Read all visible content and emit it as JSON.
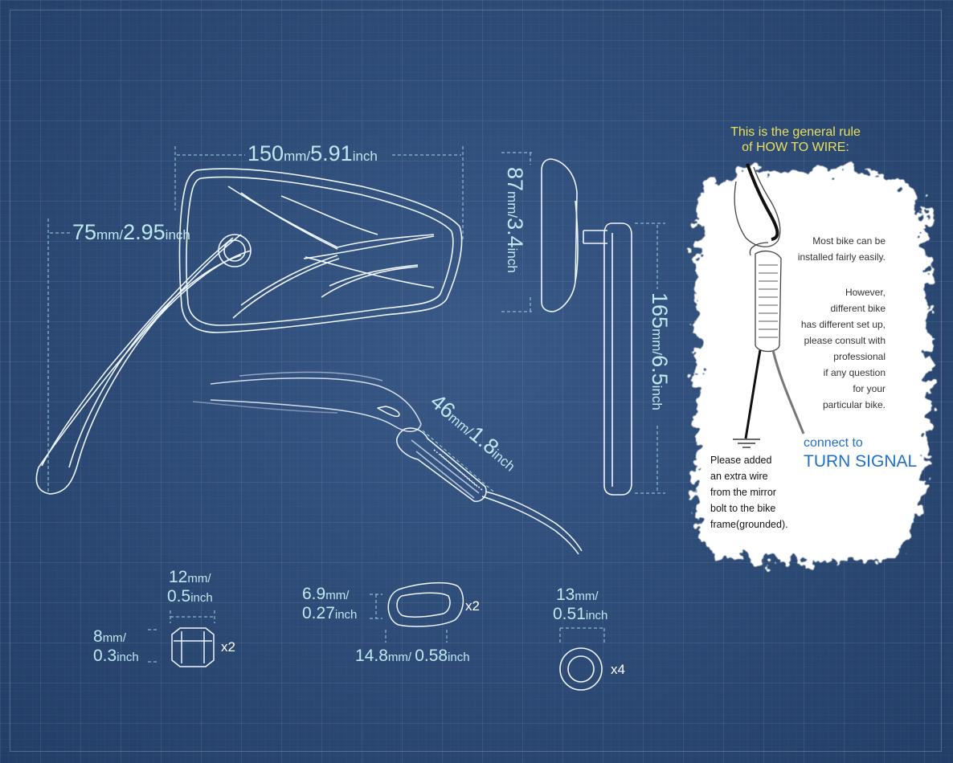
{
  "dimensions": {
    "width": {
      "value": "150",
      "unit1": "mm",
      "sep": "/",
      "value2": "5.91",
      "unit2": "inch"
    },
    "height_left": {
      "value": "75",
      "unit1": "mm",
      "sep": "/",
      "value2": "2.95",
      "unit2": "inch"
    },
    "depth": {
      "value": "87",
      "unit1": "mm",
      "sep": "/",
      "value2": "3.4",
      "unit2": "inch"
    },
    "side_height": {
      "value": "165",
      "unit1": "mm",
      "sep": "/",
      "value2": "6.5",
      "unit2": "inch"
    },
    "bolt": {
      "value": "46",
      "unit1": "mm",
      "sep": "/",
      "value2": "1.8",
      "unit2": "inch"
    }
  },
  "parts": {
    "nut": {
      "top": {
        "value": "12",
        "unit1": "mm",
        "sep": "/",
        "value2": "0.5",
        "unit2": "inch"
      },
      "side": {
        "value": "8",
        "unit1": "mm",
        "sep": "/",
        "value2": "0.3",
        "unit2": "inch"
      },
      "qty": "x2"
    },
    "spacer": {
      "side": {
        "value": "6.9",
        "unit1": "mm",
        "sep": "/",
        "value2": "0.27",
        "unit2": "inch"
      },
      "bottom": {
        "value": "14.8",
        "unit1": "mm",
        "sep": "/",
        "value2": "0.58",
        "unit2": "inch"
      },
      "qty": "x2"
    },
    "washer": {
      "top": {
        "value": "13",
        "unit1": "mm",
        "sep": "/",
        "value2": "0.51",
        "unit2": "inch"
      },
      "qty": "x4"
    }
  },
  "wiring": {
    "title": "This is the general rule\nof HOW TO WIRE:",
    "note1": "Most bike can be\ninstalled fairly easily.",
    "note2": "However,\ndifferent bike\nhas different set up,\nplease consult with\nprofessional\nif any question\nfor your\nparticular bike.",
    "ground_note": "Please added\nan extra wire\nfrom the mirror\nbolt to the bike\nframe(grounded).",
    "connect_label": "connect to",
    "turn_signal_label": "TURN SIGNAL"
  }
}
